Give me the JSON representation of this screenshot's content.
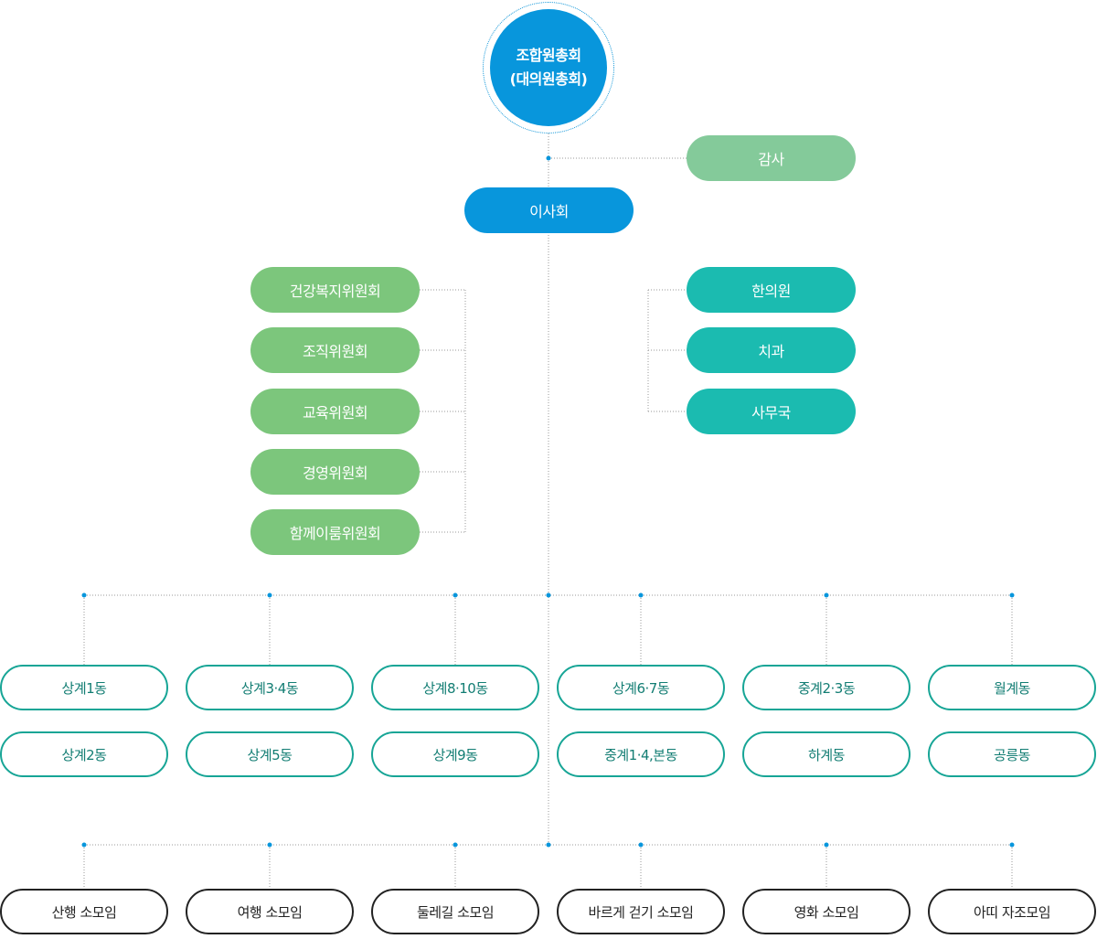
{
  "root": {
    "line1": "조합원총회",
    "line2": "(대의원총회)"
  },
  "audit": "감사",
  "board": "이사회",
  "committees": [
    "건강복지위원회",
    "조직위원회",
    "교육위원회",
    "경영위원회",
    "함께이룸위원회"
  ],
  "departments": [
    "한의원",
    "치과",
    "사무국"
  ],
  "dongs_row1": [
    "상계1동",
    "상계3·4동",
    "상계8·10동",
    "상계6·7동",
    "중계2·3동",
    "월계동"
  ],
  "dongs_row2": [
    "상계2동",
    "상계5동",
    "상계9동",
    "중계1·4,본동",
    "하계동",
    "공릉동"
  ],
  "clubs": [
    "산행 소모임",
    "여행 소모임",
    "둘레길 소모임",
    "바르게 걷기 소모임",
    "영화 소모임",
    "아띠 자조모임"
  ],
  "colors": {
    "blue": "#0896dc",
    "audit_green": "#84ca9a",
    "committee_green": "#7cc67c",
    "teal": "#1bbbb0",
    "dong_border": "#17a596",
    "club_border": "#222222",
    "line": "#999999",
    "dot": "#0896dc"
  }
}
